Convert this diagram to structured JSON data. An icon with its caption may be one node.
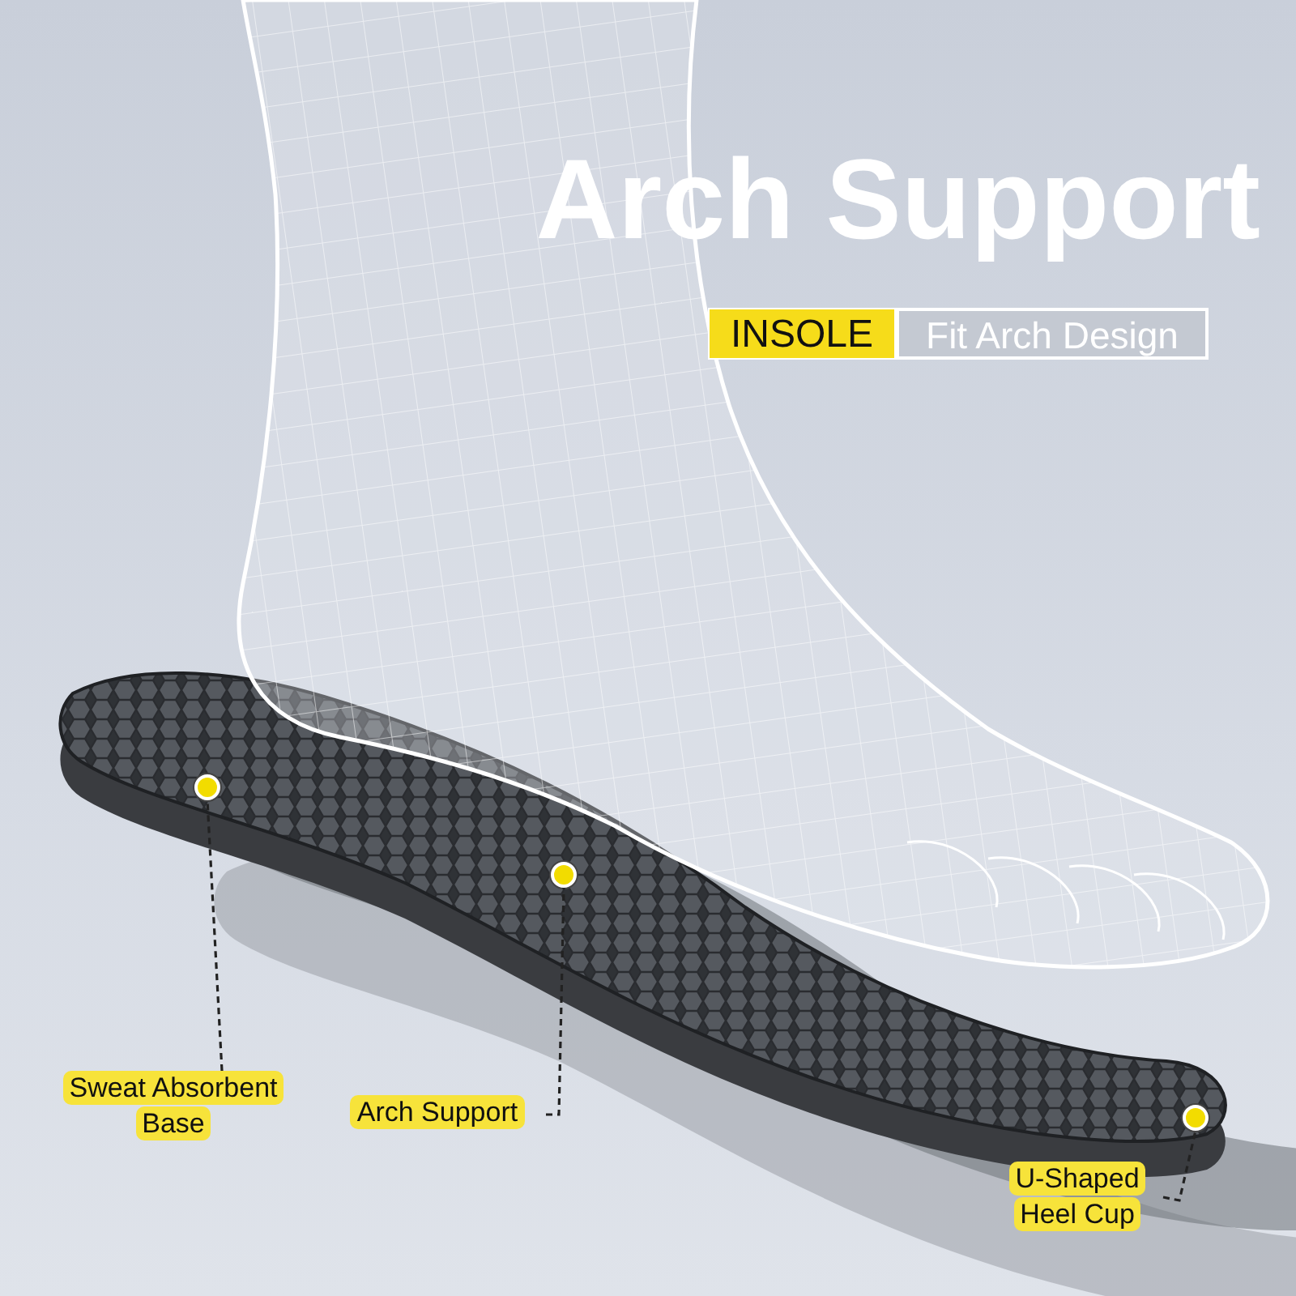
{
  "diagram": {
    "title": "Arch Support",
    "nodes": [
      {
        "text": [
          "Sweat Absorbent Base"
        ]
      },
      {
        "text": [],
        "shape": "circle"
      },
      {
        "text": [
          "Arch Support"
        ]
      },
      {
        "text": [],
        "shape": "circle"
      },
      {
        "text": [
          "U-Shaped Heel Cup"
        ]
      },
      {
        "text": [],
        "shape": "circle"
      }
    ],
    "edges": [
      {
        "from": 0,
        "to": 1,
        "arrow": "none",
        "style": "dashed"
      },
      {
        "from": 2,
        "to": 3,
        "arrow": "none",
        "style": "dashed"
      },
      {
        "from": 4,
        "to": 5,
        "arrow": "none",
        "style": "dashed"
      }
    ],
    "labels": [
      "INSOLE",
      "Fit Arch Design"
    ]
  }
}
